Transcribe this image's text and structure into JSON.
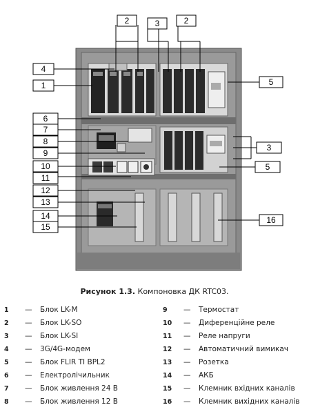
{
  "caption": {
    "prefix": "Рисунок 1.3.",
    "text": "Компоновка ДК RTC03."
  },
  "callouts": [
    "4",
    "1",
    "2",
    "3",
    "2",
    "5",
    "6",
    "7",
    "8",
    "9",
    "3",
    "5",
    "10",
    "11",
    "12",
    "13",
    "14",
    "15",
    "16"
  ],
  "legend": {
    "dash": "—",
    "left": [
      {
        "num": "1",
        "label": "Блок LK-M"
      },
      {
        "num": "2",
        "label": "Блок LK-SO"
      },
      {
        "num": "3",
        "label": "Блок LK-SI"
      },
      {
        "num": "4",
        "label": "3G/4G-модем"
      },
      {
        "num": "5",
        "label": "Блок FLIR TI BPL2"
      },
      {
        "num": "6",
        "label": "Електролічильник"
      },
      {
        "num": "7",
        "label": "Блок живлення 24 В"
      },
      {
        "num": "8",
        "label": "Блок живлення 12 В"
      }
    ],
    "right": [
      {
        "num": "9",
        "label": "Термостат"
      },
      {
        "num": "10",
        "label": "Диференційне реле"
      },
      {
        "num": "11",
        "label": "Реле напруги"
      },
      {
        "num": "12",
        "label": "Автоматичний вимикач"
      },
      {
        "num": "13",
        "label": "Розетка"
      },
      {
        "num": "14",
        "label": "АКБ"
      },
      {
        "num": "15",
        "label": "Клемник вхідних каналів"
      },
      {
        "num": "16",
        "label": "Клемник вихідних каналів"
      }
    ]
  }
}
